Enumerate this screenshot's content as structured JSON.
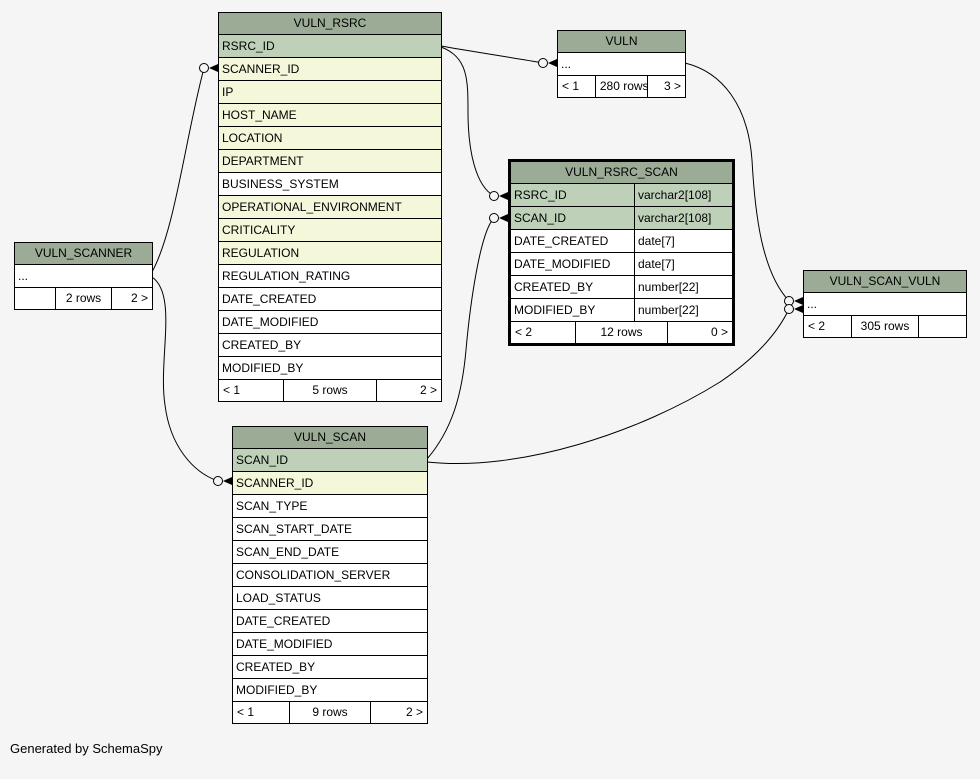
{
  "page": {
    "footer_note": "Generated by SchemaSpy"
  },
  "colors": {
    "background": "#f5f5f5",
    "header": "#9bab96",
    "primary_key": "#bed1b8",
    "indexed": "#f4f7da",
    "regular": "#ffffff",
    "border": "#000000"
  },
  "tables": [
    {
      "id": "vuln_rsrc",
      "title": "VULN_RSRC",
      "emphasized": false,
      "columns": [
        {
          "name": "RSRC_ID",
          "kind": "pk"
        },
        {
          "name": "SCANNER_ID",
          "kind": "indexed"
        },
        {
          "name": "IP",
          "kind": "indexed"
        },
        {
          "name": "HOST_NAME",
          "kind": "indexed"
        },
        {
          "name": "LOCATION",
          "kind": "indexed"
        },
        {
          "name": "DEPARTMENT",
          "kind": "indexed"
        },
        {
          "name": "BUSINESS_SYSTEM",
          "kind": "regular"
        },
        {
          "name": "OPERATIONAL_ENVIRONMENT",
          "kind": "indexed"
        },
        {
          "name": "CRITICALITY",
          "kind": "indexed"
        },
        {
          "name": "REGULATION",
          "kind": "indexed"
        },
        {
          "name": "REGULATION_RATING",
          "kind": "regular"
        },
        {
          "name": "DATE_CREATED",
          "kind": "regular"
        },
        {
          "name": "DATE_MODIFIED",
          "kind": "regular"
        },
        {
          "name": "CREATED_BY",
          "kind": "regular"
        },
        {
          "name": "MODIFIED_BY",
          "kind": "regular"
        }
      ],
      "footer": {
        "left": "< 1",
        "center": "5 rows",
        "right": "2 >"
      }
    },
    {
      "id": "vuln",
      "title": "VULN",
      "emphasized": false,
      "columns": [
        {
          "name": "...",
          "kind": "regular"
        }
      ],
      "footer": {
        "left": "< 1",
        "center": "280 rows",
        "right": "3 >"
      }
    },
    {
      "id": "vuln_rsrc_scan",
      "title": "VULN_RSRC_SCAN",
      "emphasized": true,
      "has_types": true,
      "columns": [
        {
          "name": "RSRC_ID",
          "type": "varchar2[108]",
          "kind": "pk"
        },
        {
          "name": "SCAN_ID",
          "type": "varchar2[108]",
          "kind": "pk"
        },
        {
          "name": "DATE_CREATED",
          "type": "date[7]",
          "kind": "regular"
        },
        {
          "name": "DATE_MODIFIED",
          "type": "date[7]",
          "kind": "regular"
        },
        {
          "name": "CREATED_BY",
          "type": "number[22]",
          "kind": "regular"
        },
        {
          "name": "MODIFIED_BY",
          "type": "number[22]",
          "kind": "regular"
        }
      ],
      "footer": {
        "left": "< 2",
        "center": "12 rows",
        "right": "0 >"
      }
    },
    {
      "id": "vuln_scanner",
      "title": "VULN_SCANNER",
      "emphasized": false,
      "columns": [
        {
          "name": "...",
          "kind": "regular"
        }
      ],
      "footer": {
        "left": "",
        "center": "2 rows",
        "right": "2 >"
      }
    },
    {
      "id": "vuln_scan_vuln",
      "title": "VULN_SCAN_VULN",
      "emphasized": false,
      "columns": [
        {
          "name": "...",
          "kind": "regular"
        }
      ],
      "footer": {
        "left": "< 2",
        "center": "305 rows",
        "right": ""
      }
    },
    {
      "id": "vuln_scan",
      "title": "VULN_SCAN",
      "emphasized": false,
      "columns": [
        {
          "name": "SCAN_ID",
          "kind": "pk"
        },
        {
          "name": "SCANNER_ID",
          "kind": "indexed"
        },
        {
          "name": "SCAN_TYPE",
          "kind": "regular"
        },
        {
          "name": "SCAN_START_DATE",
          "kind": "regular"
        },
        {
          "name": "SCAN_END_DATE",
          "kind": "regular"
        },
        {
          "name": "CONSOLIDATION_SERVER",
          "kind": "regular"
        },
        {
          "name": "LOAD_STATUS",
          "kind": "regular"
        },
        {
          "name": "DATE_CREATED",
          "kind": "regular"
        },
        {
          "name": "DATE_MODIFIED",
          "kind": "regular"
        },
        {
          "name": "CREATED_BY",
          "kind": "regular"
        },
        {
          "name": "MODIFIED_BY",
          "kind": "regular"
        }
      ],
      "footer": {
        "left": "< 1",
        "center": "9 rows",
        "right": "2 >"
      }
    }
  ],
  "relationships": [
    {
      "from": "VULN_SCANNER",
      "to": "VULN_RSRC.SCANNER_ID"
    },
    {
      "from": "VULN_SCANNER",
      "to": "VULN_SCAN.SCANNER_ID"
    },
    {
      "from": "VULN_RSRC.RSRC_ID",
      "to": "VULN"
    },
    {
      "from": "VULN_RSRC.RSRC_ID",
      "to": "VULN_RSRC_SCAN.RSRC_ID"
    },
    {
      "from": "VULN_SCAN.SCAN_ID",
      "to": "VULN_RSRC_SCAN.SCAN_ID"
    },
    {
      "from": "VULN",
      "to": "VULN_SCAN_VULN"
    },
    {
      "from": "VULN_SCAN.SCAN_ID",
      "to": "VULN_SCAN_VULN"
    }
  ]
}
